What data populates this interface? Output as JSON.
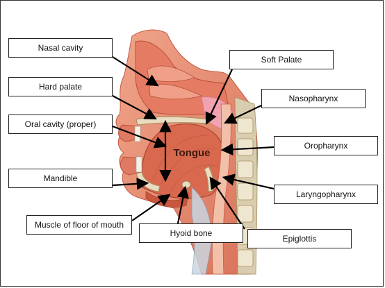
{
  "labels": {
    "nasal_cavity": "Nasal cavity",
    "hard_palate": "Hard palate",
    "oral_cavity": "Oral cavity (proper)",
    "mandible": "Mandible",
    "muscle_floor": "Muscle of floor of mouth",
    "hyoid_bone": "Hyoid bone",
    "epiglottis": "Epiglottis",
    "laryngopharynx": "Laryngopharynx",
    "oropharynx": "Oropharynx",
    "nasopharynx": "Nasopharynx",
    "soft_palate": "Soft Palate",
    "tongue": "Tongue"
  },
  "colors": {
    "tissue": "#e8856a",
    "tissue_dark": "#c65a45",
    "mucosa": "#f2b49e",
    "bone": "#e9dcc0",
    "cartilage": "#c9d6e0",
    "arrow": "#000000"
  }
}
